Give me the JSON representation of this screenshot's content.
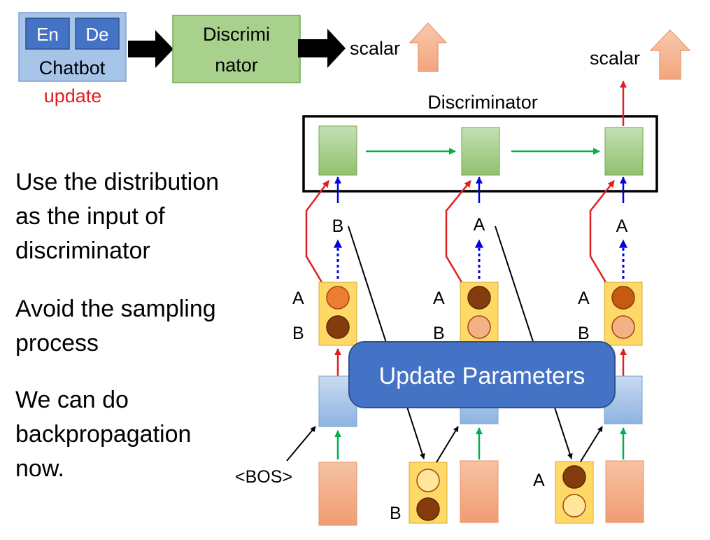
{
  "top_flow": {
    "encoder_label": "En",
    "decoder_label": "De",
    "chatbot_label": "Chatbot",
    "update_label": "update",
    "discriminator_line1": "Discrimi",
    "discriminator_line2": "nator",
    "scalar_label": "scalar"
  },
  "right_diagram": {
    "discriminator_title": "Discriminator",
    "scalar_label": "scalar",
    "token_above": [
      "B",
      "A",
      "A"
    ],
    "dist_label_a": "A",
    "dist_label_b": "B",
    "update_banner": "Update Parameters",
    "bos_label": "<BOS>",
    "sample_label_1": "B",
    "sample_label_2": "A"
  },
  "left_notes": [
    "Use the distribution\nas the input of\ndiscriminator",
    "Avoid the sampling\nprocess",
    "We can do\nbackpropagation\nnow."
  ],
  "colors": {
    "enc_dec_box": "#4472c4",
    "chatbot_box": "#a5c4e8",
    "green_box": "#a9d18e",
    "salmon": "#f4b183",
    "yellow_box": "#ffd966",
    "update_banner": "#4472c4",
    "red_arrow": "#e02020",
    "green_arrow": "#00b050",
    "blue_arrow": "#0000e0"
  }
}
